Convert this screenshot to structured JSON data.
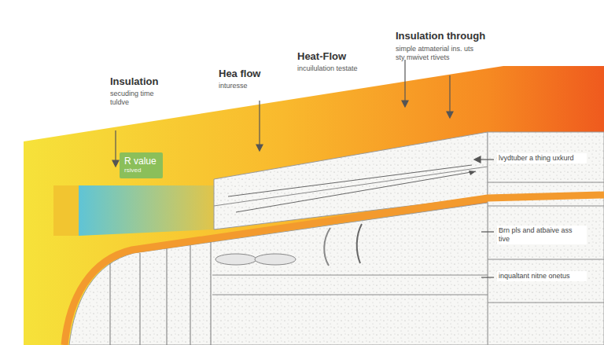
{
  "diagram": {
    "nodes": [
      {
        "text": [
          "R value",
          "rsived"
        ]
      }
    ],
    "labels": [
      "Insulation",
      "secuding time tuldve",
      "Hea flow",
      "inturesse",
      "Heat-Flow",
      "incuilulation testate",
      "Insulation through",
      "simple atmaterial ins. uts sty mwivet rtivets",
      "lvydtuber a thing uxkurd",
      "Brn pls and atbaive ass tive",
      "inqualtant nitne onetus"
    ]
  }
}
